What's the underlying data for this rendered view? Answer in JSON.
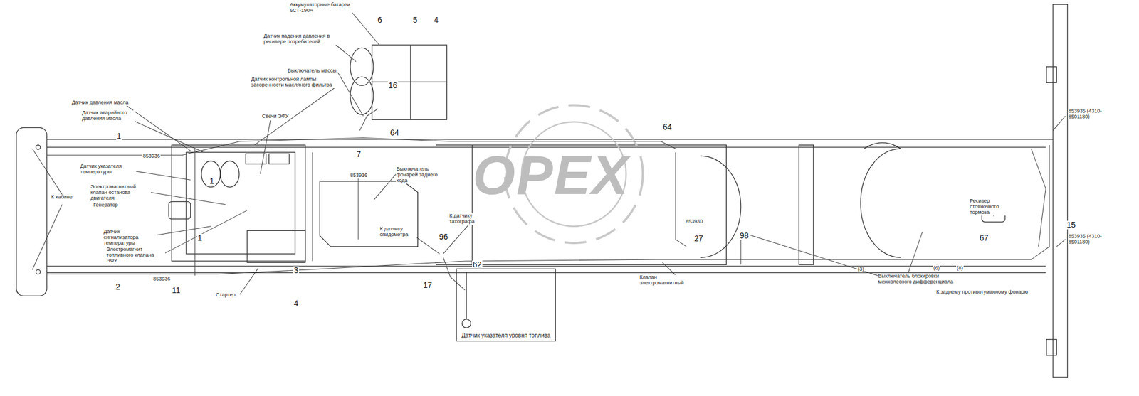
{
  "diagram": {
    "nodes": [
      {
        "text": [
          "Датчик указателя уровня топлива"
        ]
      }
    ],
    "labels": [
      "Аккумуляторные батареи 6СТ-190А",
      "Датчик падения давления в ресивере потребителей",
      "Выключатель массы",
      "Датчик контрольной лампы засоренности масляного фильтра",
      "Датчик давления масла",
      "Датчик аварийного давления масла",
      "Свечи ЭФУ",
      "853936",
      "Датчик указателя температуры",
      "Электромагнитный клапан останова двигателя",
      "Генератор",
      "Датчик сигнализатора температуры",
      "Электромагнит топливного клапана ЭФУ",
      "853936",
      "Стартер",
      "К кабине",
      "853936",
      "Выключатель фонарей заднего хода",
      "К датчику тахографа",
      "К датчику спидометра",
      "Клапан электромагнитный",
      "853930",
      "853935 (4310-8501180)",
      "853935 (4310-8501180)",
      "Ресивер стояночного тормоза",
      "К заднему противотуманному фонарю",
      "Выключатель блокировки межколесного дифференциала",
      "(3)",
      "(6)",
      "(8)",
      "6",
      "5",
      "4",
      "16",
      "64",
      "64",
      "1",
      "7",
      "1",
      "1",
      "96",
      "17",
      "62",
      "3",
      "4",
      "11",
      "2",
      "27",
      "98",
      "67",
      "15",
      "OPEX"
    ]
  }
}
